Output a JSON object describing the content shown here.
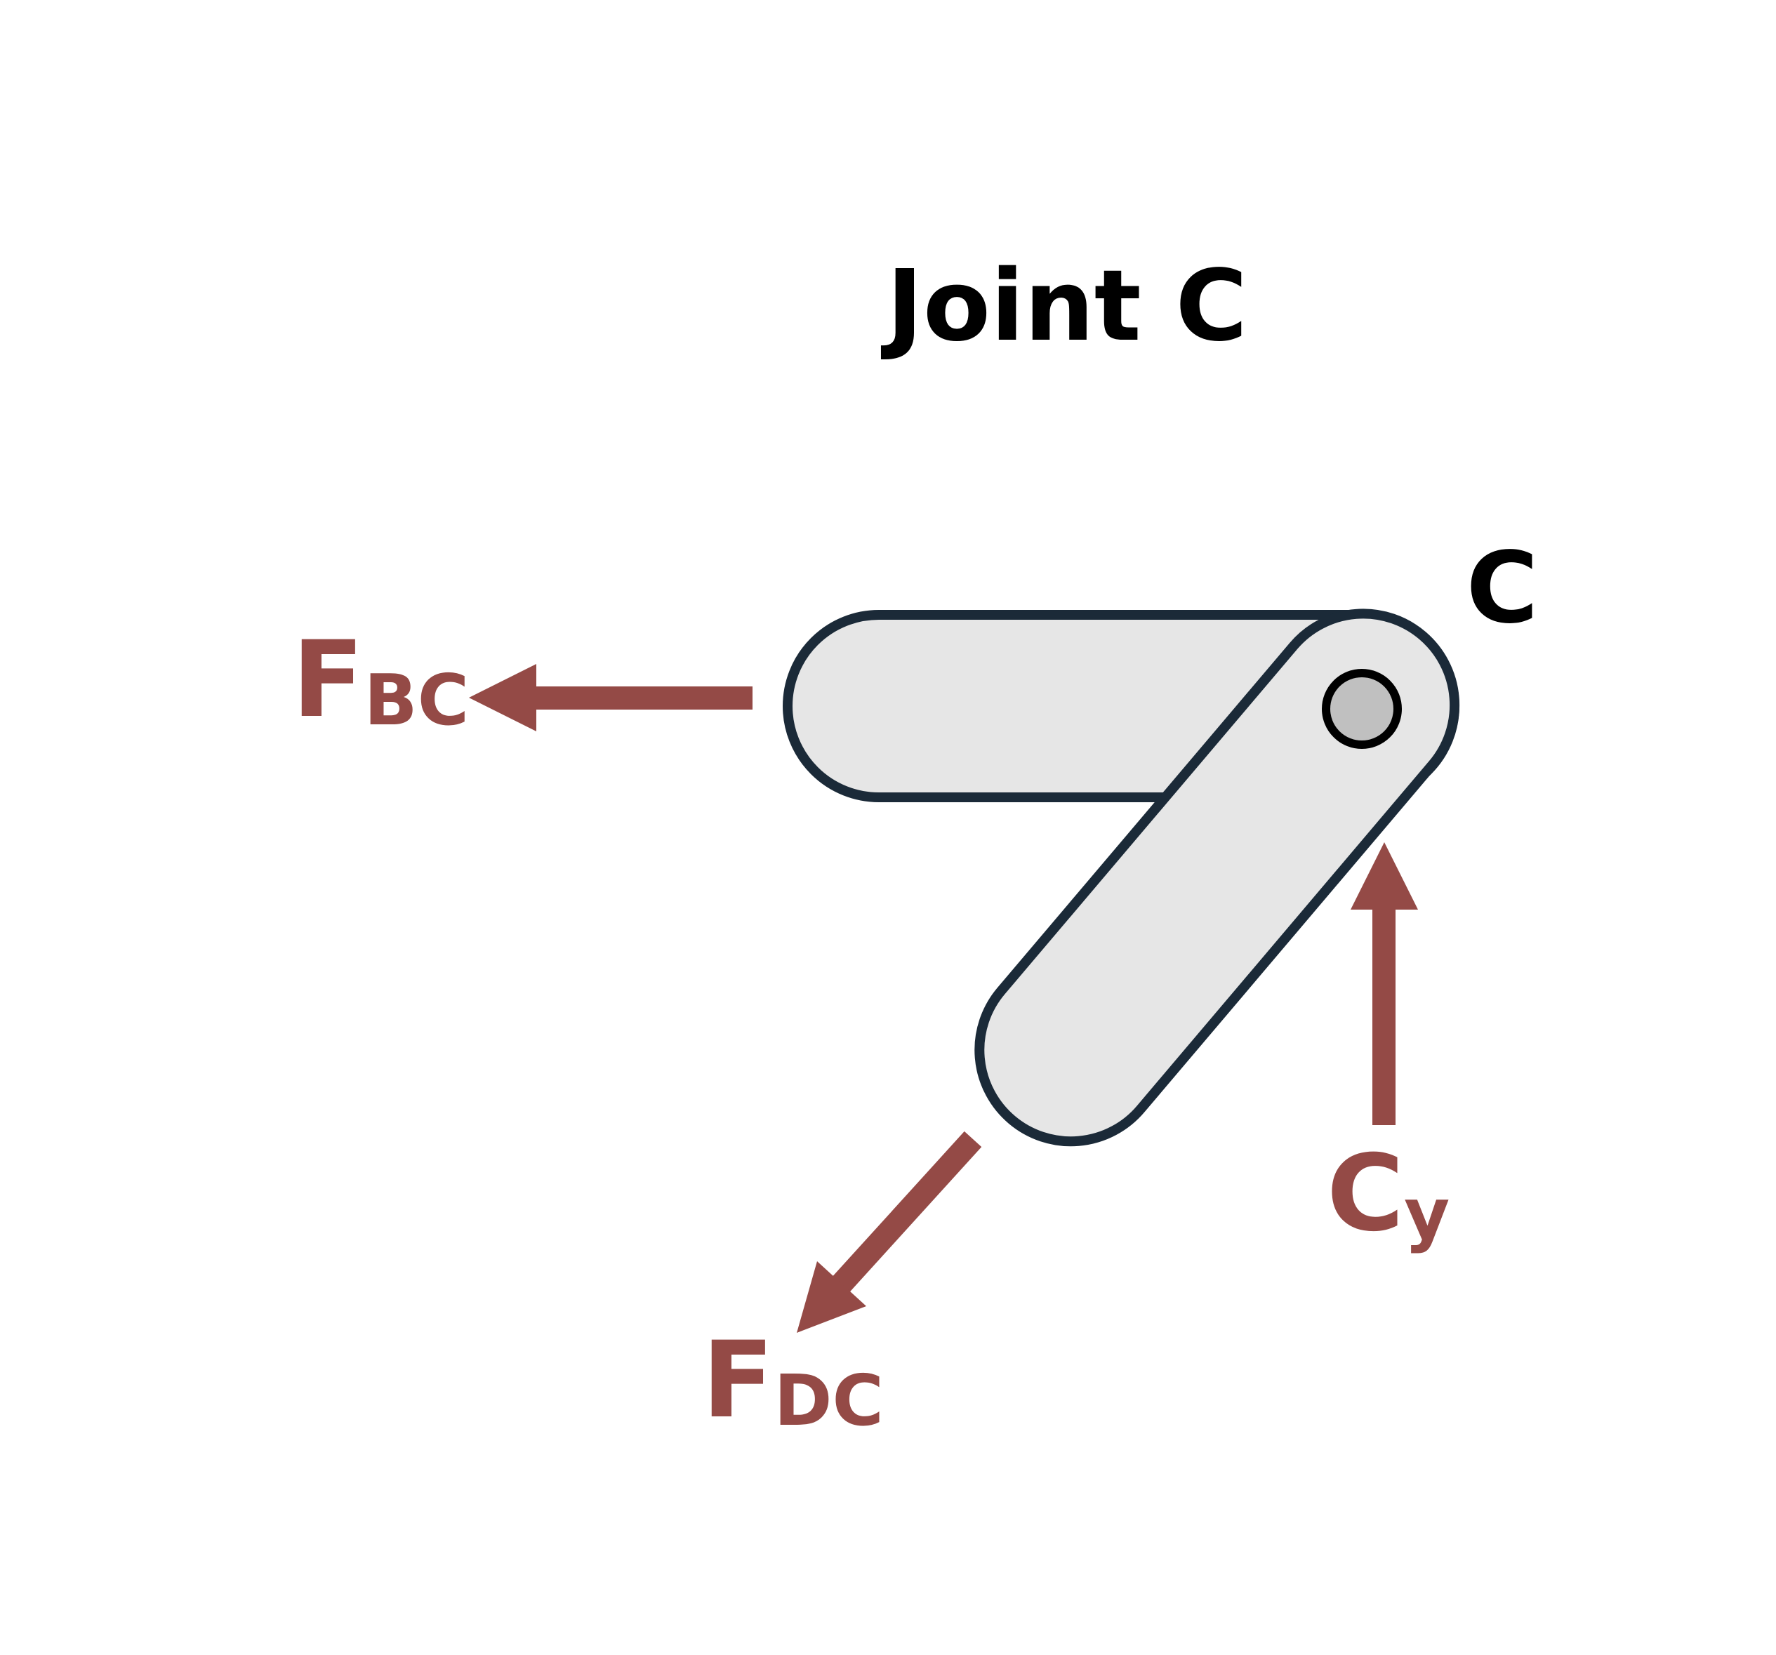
{
  "title": "Joint C",
  "joint_label": "C",
  "forces": {
    "fbc": {
      "main": "F",
      "sub": "BC"
    },
    "fdc": {
      "main": "F",
      "sub": "DC"
    },
    "cy": {
      "main": "C",
      "sub": "y"
    }
  },
  "colors": {
    "background": "#ffffff",
    "member_fill": "#e6e6e6",
    "member_stroke": "#1b2a38",
    "pin_fill": "#c0c0c0",
    "pin_stroke": "#000000",
    "force_arrow": "#944a46",
    "label_text": "#000000"
  }
}
